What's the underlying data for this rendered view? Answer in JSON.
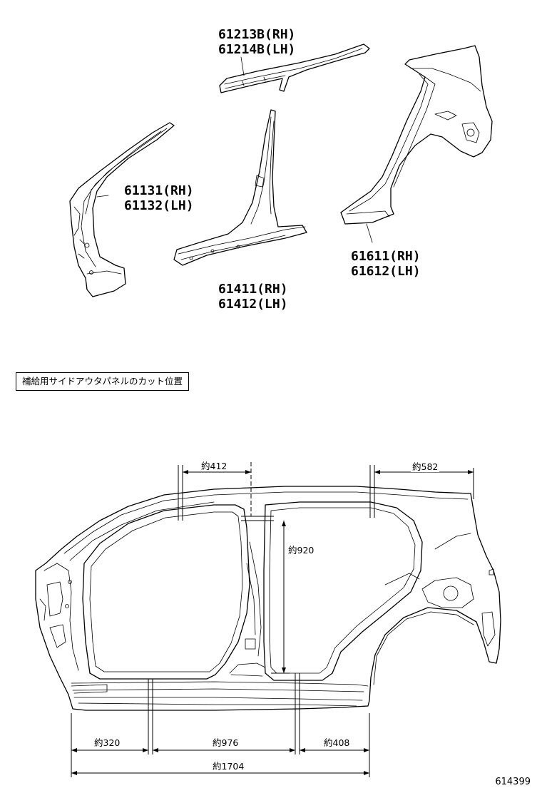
{
  "parts": [
    {
      "rh": "61213B(RH)",
      "lh": "61214B(LH)"
    },
    {
      "rh": "61131(RH)",
      "lh": "61132(LH)"
    },
    {
      "rh": "61411(RH)",
      "lh": "61412(LH)"
    },
    {
      "rh": "61611(RH)",
      "lh": "61612(LH)"
    }
  ],
  "note": "補給用サイドアウタパネルのカット位置",
  "dimensions": {
    "top_front": "約412",
    "top_rear": "約582",
    "height": "約920",
    "bottom_front": "約320",
    "bottom_mid": "約976",
    "bottom_rear": "約408",
    "overall": "約1704"
  },
  "figure_number": "614399"
}
